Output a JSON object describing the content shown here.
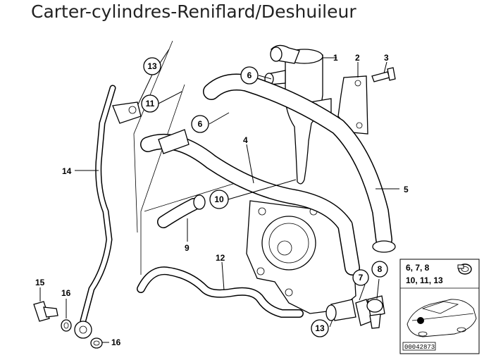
{
  "title": "Carter-cylindres-Reniflard/Deshuileur",
  "callouts": {
    "p1": "1",
    "p2": "2",
    "p3": "3",
    "p4": "4",
    "p5": "5",
    "p6a": "6",
    "p6b": "6",
    "p7": "7",
    "p8": "8",
    "p9": "9",
    "p10": "10",
    "p11": "11",
    "p12": "12",
    "p13a": "13",
    "p13b": "13",
    "p14": "14",
    "p15": "15",
    "p16a": "16",
    "p16b": "16"
  },
  "inset": {
    "line1": "6, 7, 8",
    "line2": "10, 11, 13",
    "ref": "00042873"
  }
}
